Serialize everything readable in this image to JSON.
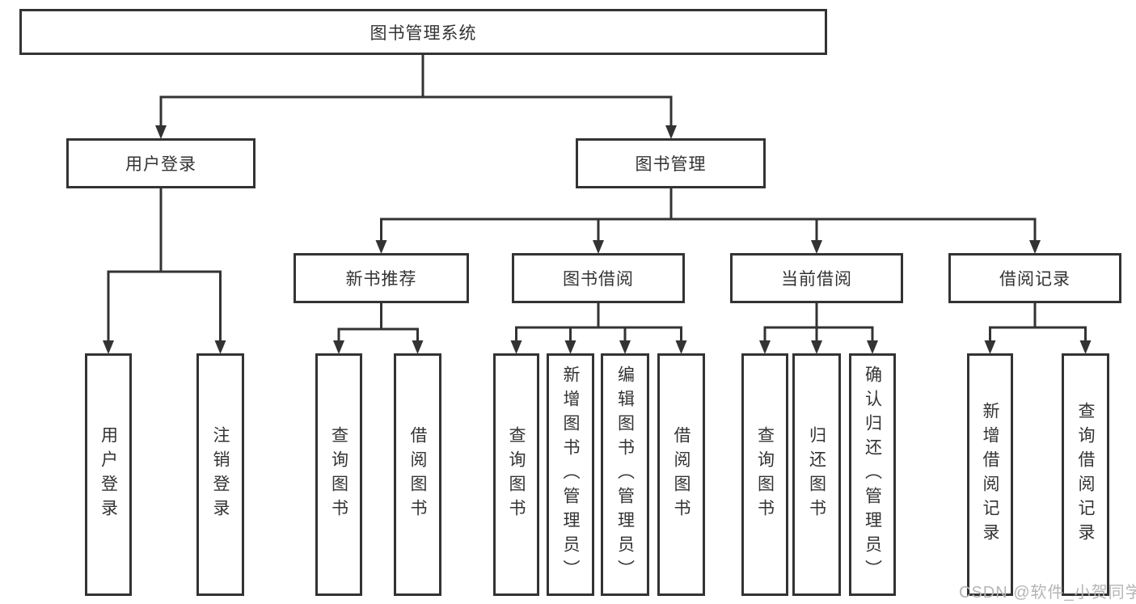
{
  "tree": {
    "label": "图书管理系统",
    "children": [
      {
        "label": "用户登录",
        "children": [
          {
            "label": "用户登录"
          },
          {
            "label": "注销登录"
          }
        ]
      },
      {
        "label": "图书管理",
        "children": [
          {
            "label": "新书推荐",
            "children": [
              {
                "label": "查询图书"
              },
              {
                "label": "借阅图书"
              }
            ]
          },
          {
            "label": "图书借阅",
            "children": [
              {
                "label": "查询图书"
              },
              {
                "label": "新增图书（管理员）"
              },
              {
                "label": "编辑图书（管理员）"
              },
              {
                "label": "借阅图书"
              }
            ]
          },
          {
            "label": "当前借阅",
            "children": [
              {
                "label": "查询图书"
              },
              {
                "label": "归还图书"
              },
              {
                "label": "确认归还（管理员）"
              }
            ]
          },
          {
            "label": "借阅记录",
            "children": [
              {
                "label": "新增借阅记录"
              },
              {
                "label": "查询借阅记录"
              }
            ]
          }
        ]
      }
    ]
  },
  "watermark": {
    "text": "CSDN @软件_小贺同学"
  },
  "colors": {
    "line": "#333333",
    "box_border": "#333333",
    "box_fill": "#ffffff",
    "text": "#333333",
    "watermark": "#b5b5b5",
    "background": "#ffffff"
  }
}
